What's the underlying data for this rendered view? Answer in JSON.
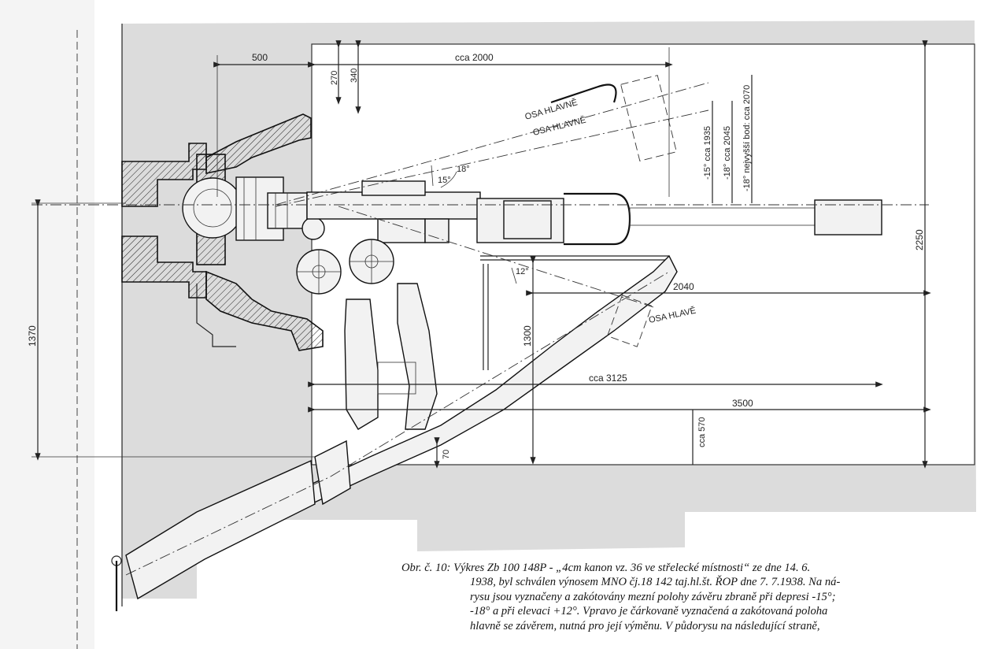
{
  "dimensions": {
    "d500": "500",
    "d2000": "cca 2000",
    "d270": "270",
    "d340": "340",
    "d1935": "-15° cca 1935",
    "d2045": "-18° cca 2045",
    "d2070": "-18° nejvyšší bod: cca 2070",
    "d2250": "2250",
    "d2040": "2040",
    "d1370": "1370",
    "d1300": "1300",
    "d3125": "cca 3125",
    "d3500": "3500",
    "d570": "cca 570",
    "d70": "70"
  },
  "angles": {
    "a15": "15°",
    "a18": "18°",
    "a12": "12°"
  },
  "axes": {
    "upper1": "OSA HLAVNĚ",
    "upper2": "OSA HLAVNĚ",
    "lower": "OSA HLAVĚ"
  },
  "caption": {
    "line1": "Obr. č. 10: Výkres Zb 100 148P - „4cm kanon vz. 36 ve střelecké místnosti“ ze dne 14. 6.",
    "line2": "1938, byl schválen výnosem MNO čj.18 142 taj.hl.št. ŘOP dne 7. 7.1938. Na ná-",
    "line3": "rysu jsou vyznačeny a zakótovány mezní polohy závěru zbraně při depresi -15°;",
    "line4": "-18° a při elevaci +12°. Vpravo je čárkovaně vyznačená a zakótovaná poloha",
    "line5": "hlavně se závěrem, nutná pro její výměnu. V půdorysu na následující straně,"
  }
}
